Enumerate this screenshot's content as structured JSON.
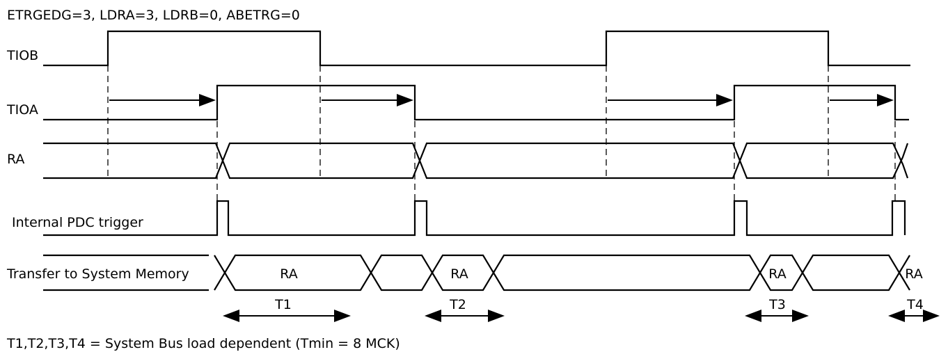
{
  "header": "ETRGEDG=3, LDRA=3, LDRB=0, ABETRG=0",
  "signals": {
    "tiob": "TIOB",
    "tioa": "TIOA",
    "ra": "RA",
    "pdc": "Internal PDC trigger",
    "transfer": "Transfer to System Memory"
  },
  "bus_labels": [
    "RA",
    "RA",
    "RA",
    "RA"
  ],
  "intervals": [
    "T1",
    "T2",
    "T3",
    "T4"
  ],
  "footer": "T1,T2,T3,T4 = System Bus load dependent (Tmin = 8 MCK)"
}
